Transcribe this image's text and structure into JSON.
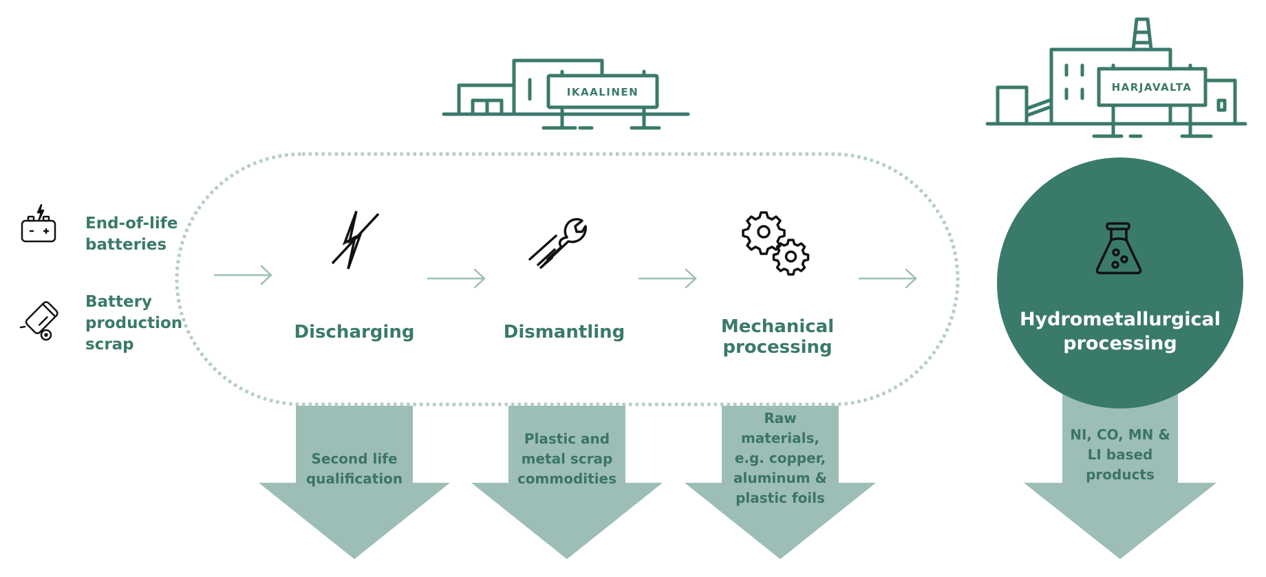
{
  "colors": {
    "primary": "#3a7a6a",
    "circle_fill": "#3a7a6a",
    "arrow_fill": "#9dbeb6",
    "dots": "#b6cdc7",
    "flow_arrow": "#9dbeb6",
    "icon": "#111111"
  },
  "plants": [
    {
      "name": "IKAALINEN",
      "icon": "factory-building-icon"
    },
    {
      "name": "HARJAVALTA",
      "icon": "smelter-plant-icon"
    }
  ],
  "inputs": [
    {
      "label_lines": [
        "End-of-life",
        "batteries"
      ],
      "icon": "battery-icon"
    },
    {
      "label_lines": [
        "Battery",
        "production",
        "scrap"
      ],
      "icon": "battery-cell-scrap-icon"
    }
  ],
  "steps": [
    {
      "label_lines": [
        "Discharging"
      ],
      "icon": "lightning-discharge-icon"
    },
    {
      "label_lines": [
        "Dismantling"
      ],
      "icon": "wrench-icon"
    },
    {
      "label_lines": [
        "Mechanical",
        "processing"
      ],
      "icon": "gears-icon"
    }
  ],
  "hydro": {
    "label_lines": [
      "Hydrometallurgical",
      "processing"
    ],
    "icon": "flask-icon"
  },
  "outputs": [
    {
      "lines": [
        "Second life",
        "qualification"
      ]
    },
    {
      "lines": [
        "Plastic and",
        "metal scrap",
        "commodities"
      ]
    },
    {
      "lines": [
        "Raw",
        "materials,",
        "e.g. copper,",
        "aluminum &",
        "plastic foils"
      ]
    },
    {
      "lines": [
        "NI, CO, MN &",
        "LI based",
        "products"
      ]
    }
  ]
}
